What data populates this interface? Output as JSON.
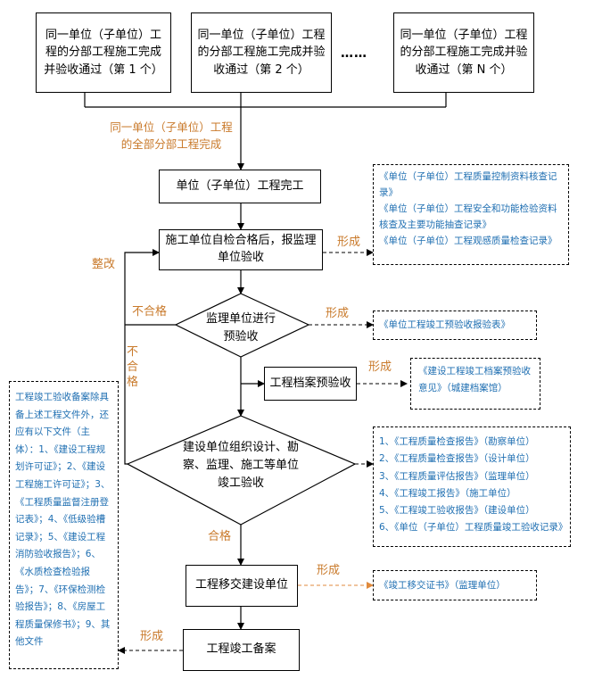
{
  "top_boxes": {
    "box1": "同一单位（子单位）工程的分部工程施工完成并验收通过（第 1 个）",
    "box2": "同一单位（子单位）工程的分部工程施工完成并验收通过（第 2 个）",
    "box3": "同一单位（子单位）工程的分部工程施工完成并验收通过（第 N 个）",
    "ellipsis": "……"
  },
  "labels": {
    "all_parts_done": "同一单位（子单位）工程的全部分部工程完成",
    "rectify": "整改",
    "unqualified_1": "不合格",
    "unqualified_2": "不合格",
    "qualified": "合格",
    "form_1": "形成",
    "form_2": "形成",
    "form_3": "形成",
    "form_4": "形成",
    "form_5": "形成"
  },
  "process": {
    "unit_complete": "单位（子单位）工程完工",
    "self_check": "施工单位自检合格后，报监理单位验收",
    "supervisor_precheck": "监理单位进行预验收",
    "archive_precheck": "工程档案预验收",
    "joint_acceptance": "建设单位组织设计、勘察、监理、施工等单位竣工验收",
    "handover": "工程移交建设单位",
    "filing": "工程竣工备案"
  },
  "docs": {
    "self_check_docs": [
      "《单位（子单位）工程质量控制资料核查记录》",
      "《单位（子单位）工程安全和功能检验资料核查及主要功能抽查记录》",
      "《单位（子单位）工程观感质量检查记录》"
    ],
    "precheck_doc": "《单位工程竣工预验收报验表》",
    "archive_doc": "《建设工程竣工档案预验收意见》（城建档案馆）",
    "acceptance_docs": [
      "1、《工程质量检查报告》（勘察单位）",
      "2、《工程质量检查报告》（设计单位）",
      "3、《工程质量评估报告》（监理单位）",
      "4、《工程竣工报告》（施工单位）",
      "5、《工程竣工验收报告》（建设单位）",
      "6、《单位（子单位）工程质量竣工验收记录》"
    ],
    "handover_doc": "《竣工移交证书》（监理单位）",
    "filing_docs": "工程竣工验收备案除具备上述工程文件外，还应有以下文件（主体）：1、《建设工程规划许可证》；2、《建设工程施工许可证》；3、《工程质量监督注册登记表》；4、《低级验槽记录》；5、《建设工程消防验收报告》；6、《水质检查检验报告》；7、《环保检测检验报告》；8、《房屋工程质量保修书》；9、其他文件"
  },
  "colors": {
    "orange_label": "#c97a2b",
    "doc_text": "#1f6fb2",
    "line": "#000000",
    "handover_arrow": "#e08a3c"
  }
}
